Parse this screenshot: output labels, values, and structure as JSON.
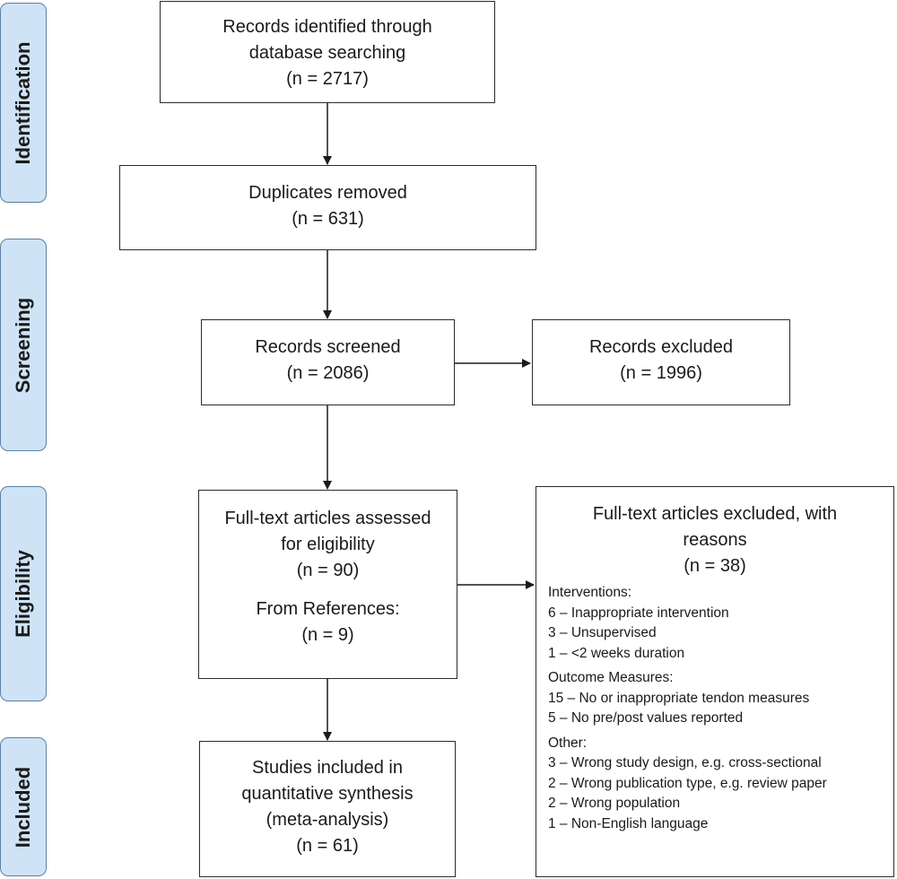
{
  "stages": {
    "identification": "Identification",
    "screening": "Screening",
    "eligibility": "Eligibility",
    "included": "Included"
  },
  "boxes": {
    "identified": {
      "line1": "Records identified through",
      "line2": "database searching",
      "count": "(n = 2717)"
    },
    "duplicates": {
      "line1": "Duplicates removed",
      "count": "(n = 631)"
    },
    "screened": {
      "line1": "Records screened",
      "count": "(n = 2086)"
    },
    "excluded": {
      "line1": "Records excluded",
      "count": "(n = 1996)"
    },
    "fulltext": {
      "line1": "Full-text articles assessed",
      "line2": "for eligibility",
      "count": "(n = 90)",
      "refs_label": "From References:",
      "refs_count": "(n = 9)"
    },
    "fulltext_excluded": {
      "line1": "Full-text articles excluded, with",
      "line2": "reasons",
      "count": "(n = 38)",
      "groups": [
        {
          "heading": "Interventions:",
          "items": [
            "6 – Inappropriate intervention",
            "3 – Unsupervised",
            "1 – <2 weeks duration"
          ]
        },
        {
          "heading": "Outcome Measures:",
          "items": [
            "15 – No or inappropriate tendon measures",
            "5 – No pre/post values reported"
          ]
        },
        {
          "heading": "Other:",
          "items": [
            "3 – Wrong study design, e.g. cross-sectional",
            "2 – Wrong publication type, e.g. review paper",
            "2 – Wrong population",
            "1 – Non-English language"
          ]
        }
      ]
    },
    "included": {
      "line1": "Studies included in",
      "line2": "quantitative synthesis",
      "line3": "(meta-analysis)",
      "count": "(n = 61)"
    }
  },
  "colors": {
    "stage_fill": "#cfe3f6",
    "stage_border": "#5c7fa3",
    "box_border": "#2a2a2a"
  }
}
